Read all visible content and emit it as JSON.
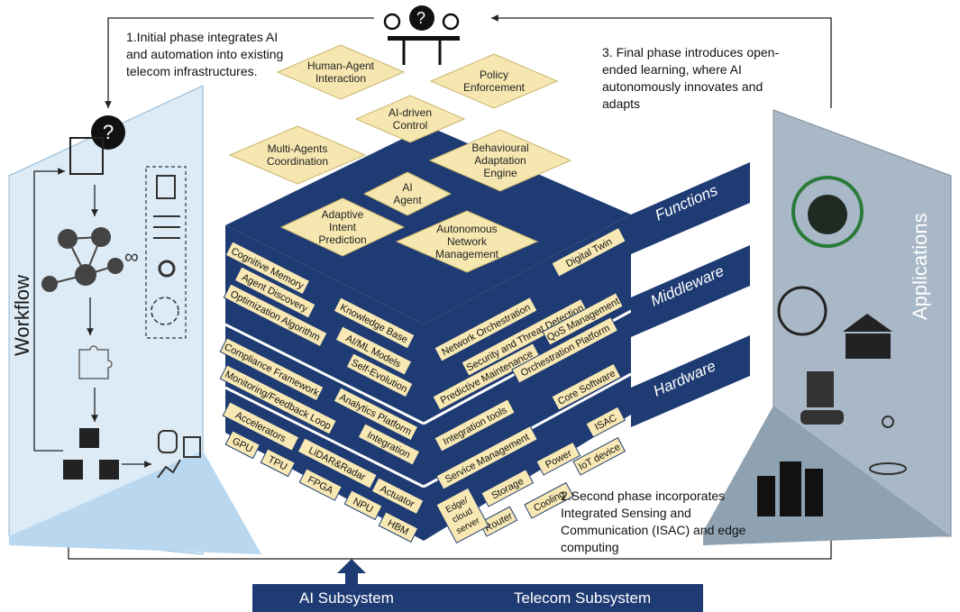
{
  "captions": {
    "phase1": "1.Initial phase integrates AI and automation into existing telecom infrastructures.",
    "phase2": "2.Second phase incorporates Integrated Sensing and Communication (ISAC) and edge computing",
    "phase3": "3. Final phase introduces open-ended learning, where AI autonomously innovates and adapts"
  },
  "side_panels": {
    "left": "Workflow",
    "right": "Applications"
  },
  "bottom_bar": {
    "ai": "AI Subsystem",
    "telecom": "Telecom Subsystem"
  },
  "colors": {
    "navy": "#1f3b73",
    "diamond": "#f6e7b0",
    "box": "#f7e8b4",
    "left_panel": "#cfe6f6",
    "right_panel": "#9eb0bf"
  },
  "functions_diamonds": [
    "Human-Agent Interaction",
    "Policy Enforcement",
    "AI-driven Control",
    "Multi-Agents Coordination",
    "Behavioural Adaptation Engine",
    "AI Agent",
    "Adaptive Intent Prediction",
    "Autonomous Network Management"
  ],
  "layer_labels": [
    "Functions",
    "Middleware",
    "Hardware"
  ],
  "left_face": {
    "top_layer": [
      "Cognitive Memory",
      "Agent Discovery",
      "Optimization Algorithm",
      "Knowledge Base",
      "AI/ML Models",
      "Self-Evolution"
    ],
    "middle_layer": [
      "Compliance Framework",
      "Monitoring/Feedback Loop",
      "Analytics Platform",
      "Integration"
    ],
    "bottom_layer": [
      "Accelerators",
      "GPU",
      "TPU",
      "LiDAR&Radar",
      "FPGA",
      "NPU",
      "Actuator",
      "HBM"
    ]
  },
  "right_face": {
    "top_layer": [
      "Digital Twin",
      "Network Orchestration",
      "Security and Threat Detection",
      "QoS Management",
      "Predictive Maintenance"
    ],
    "middle_layer": [
      "Orchestration Platform",
      "Integration tools",
      "Core Software",
      "Service Management"
    ],
    "bottom_layer": [
      "ISAC",
      "Power",
      "IoT device",
      "Storage",
      "Cooling",
      "Router",
      "Edge/cloud server"
    ]
  }
}
